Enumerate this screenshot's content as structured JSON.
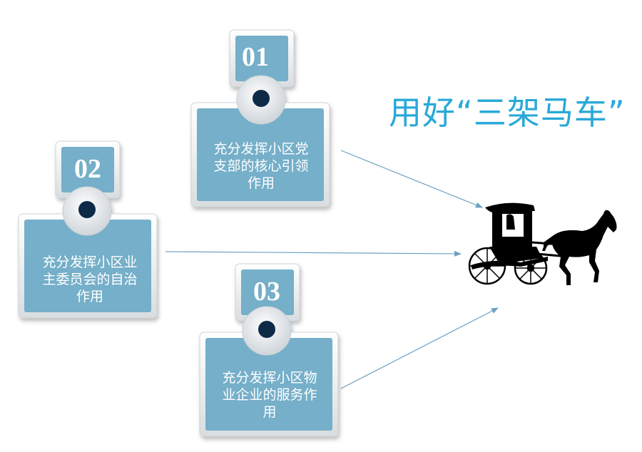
{
  "title": "用好“三架马车”",
  "cards": [
    {
      "number": "01",
      "text": "充分发挥小区党\n支部的核心引领\n作用"
    },
    {
      "number": "02",
      "text": "充分发挥小区业\n主委员会的自治\n作用"
    },
    {
      "number": "03",
      "text": "充分发挥小区物\n业企业的服务作\n用"
    }
  ],
  "colors": {
    "card_fill": "#74afc9",
    "title": "#29a9d8",
    "arrow": "#6aa2c0",
    "dot": "#0e2a47",
    "silhouette": "#000000"
  },
  "icons": [
    "horse-carriage-icon"
  ]
}
